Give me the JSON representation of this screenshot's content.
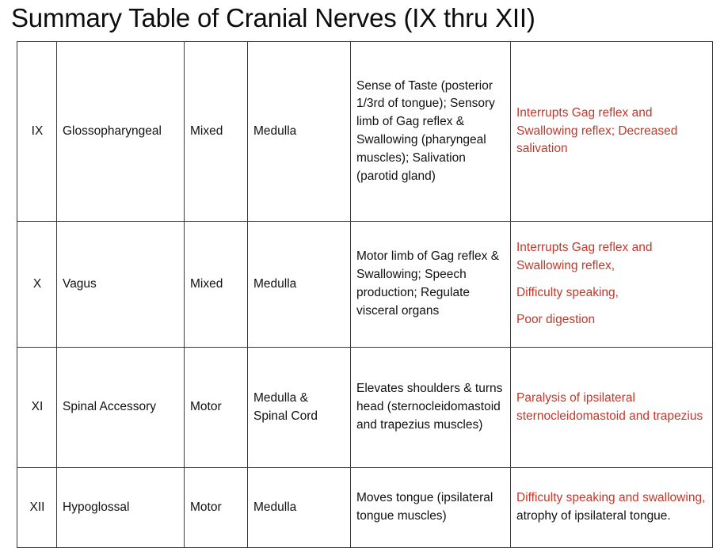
{
  "document": {
    "title": "Summary Table of Cranial Nerves (IX thru XII)"
  },
  "colors": {
    "lesion_red": "#c0392b",
    "text_black": "#111111",
    "border": "#3a3a3a",
    "background": "#ffffff"
  },
  "table": {
    "columns": [
      "numeral",
      "name",
      "type",
      "location",
      "function",
      "lesion"
    ],
    "rows": [
      {
        "numeral": "IX",
        "name": "Glossopharyngeal",
        "type": "Mixed",
        "location": "Medulla",
        "function": "Sense of Taste (posterior 1/3rd of tongue); Sensory limb of Gag reflex & Swallowing (pharyngeal muscles); Salivation (parotid gland)",
        "lesion_paragraphs": [
          {
            "segments": [
              {
                "text": "Interrupts Gag reflex and Swallowing reflex; Decreased salivation",
                "color": "red"
              }
            ]
          }
        ]
      },
      {
        "numeral": "X",
        "name": "Vagus",
        "type": "Mixed",
        "location": "Medulla",
        "function": "Motor limb of Gag reflex & Swallowing; Speech production; Regulate visceral organs",
        "lesion_paragraphs": [
          {
            "segments": [
              {
                "text": "Interrupts Gag reflex and Swallowing reflex,",
                "color": "red"
              }
            ]
          },
          {
            "segments": [
              {
                "text": "Difficulty speaking,",
                "color": "red"
              }
            ]
          },
          {
            "segments": [
              {
                "text": "Poor digestion",
                "color": "red"
              }
            ]
          }
        ]
      },
      {
        "numeral": "XI",
        "name": "Spinal Accessory",
        "type": "Motor",
        "location": "Medulla & Spinal Cord",
        "function": "Elevates shoulders & turns head (sternocleidomastoid and trapezius muscles)",
        "lesion_paragraphs": [
          {
            "segments": [
              {
                "text": "Paralysis of ipsilateral sternocleidomastoid and trapezius",
                "color": "red"
              }
            ]
          }
        ]
      },
      {
        "numeral": "XII",
        "name": "Hypoglossal",
        "type": "Motor",
        "location": "Medulla",
        "function": "Moves tongue (ipsilateral tongue muscles)",
        "lesion_paragraphs": [
          {
            "segments": [
              {
                "text": "Difficulty speaking and swallowing,",
                "color": "red"
              },
              {
                "text": " atrophy of ipsilateral tongue.",
                "color": "black"
              }
            ]
          }
        ]
      }
    ]
  }
}
